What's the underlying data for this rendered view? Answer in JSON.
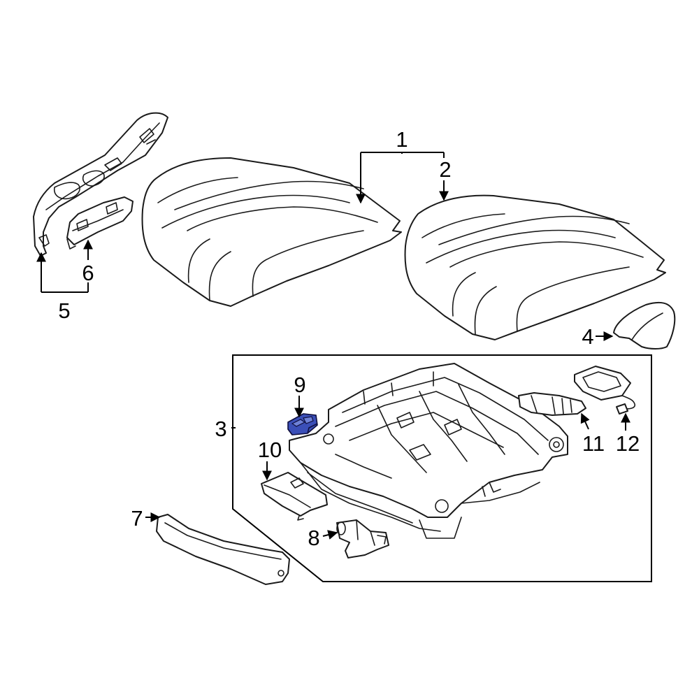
{
  "colors": {
    "line": "#1a1a1a",
    "background": "#ffffff",
    "highlight": "#3b4fb8"
  },
  "callouts": {
    "c1": "1",
    "c2": "2",
    "c3": "3",
    "c4": "4",
    "c5": "5",
    "c6": "6",
    "c7": "7",
    "c8": "8",
    "c9": "9",
    "c10": "10",
    "c11": "11",
    "c12": "12"
  }
}
